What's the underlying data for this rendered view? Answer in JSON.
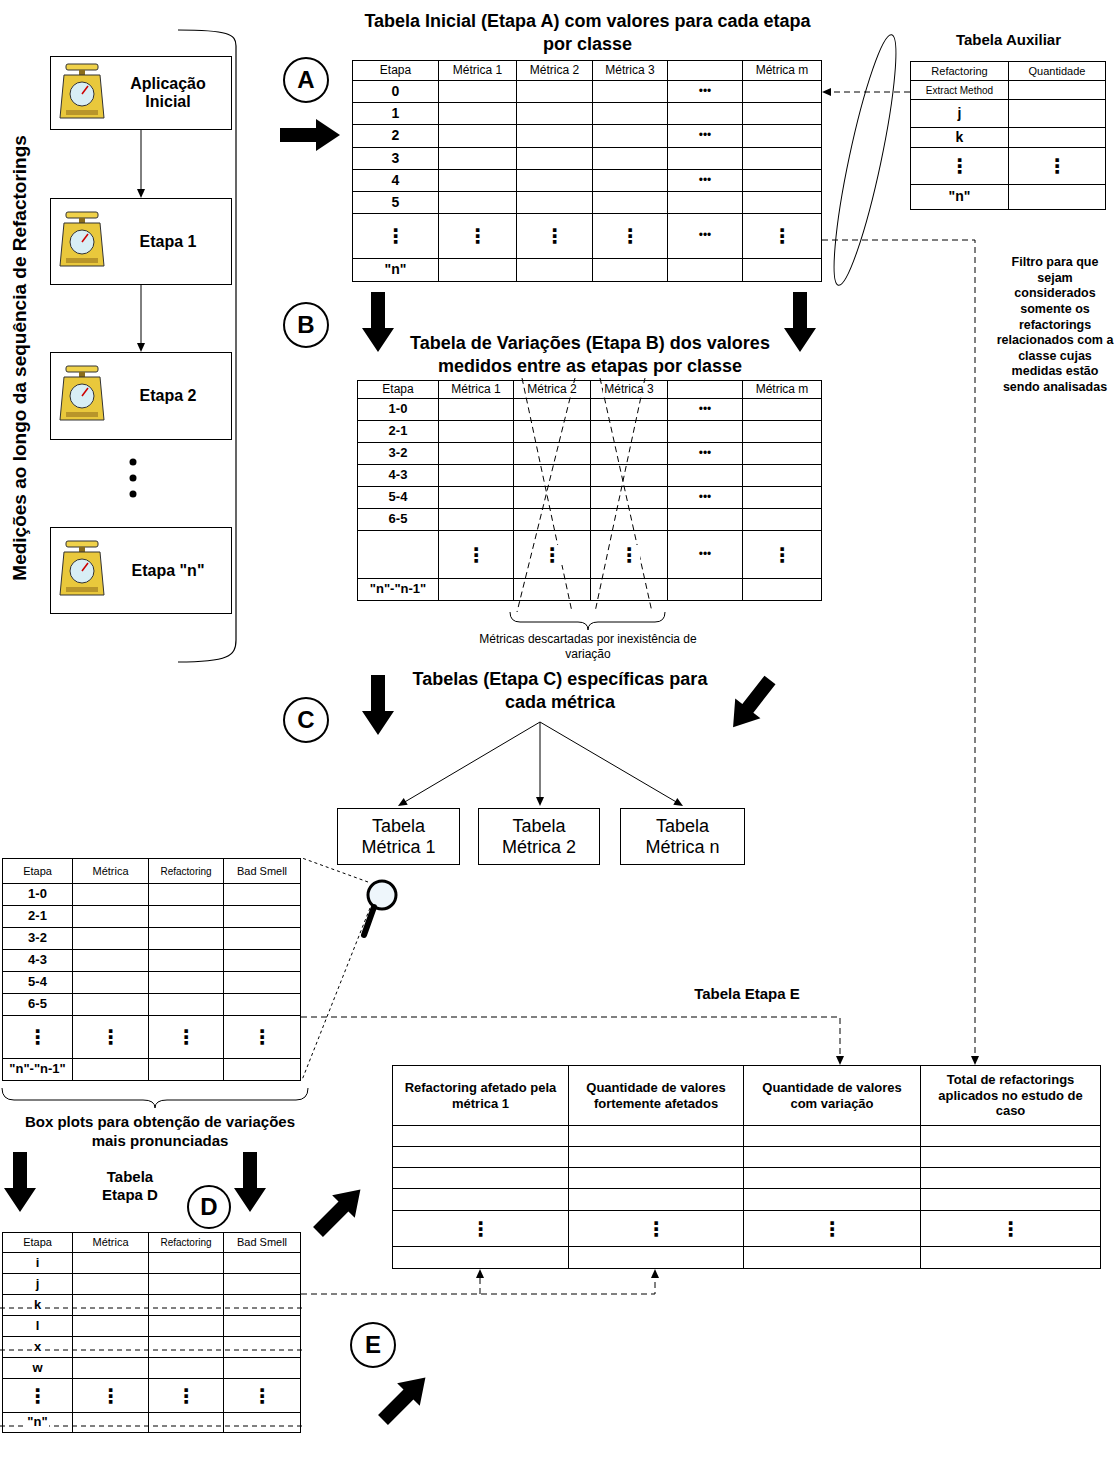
{
  "diagram": {
    "nodes": [
      {
        "text": [
          "Aplicação Inicial"
        ]
      },
      {
        "text": [
          "Etapa 1"
        ]
      },
      {
        "text": [
          "Etapa 2"
        ]
      },
      {
        "text": [
          "Etapa \"n\""
        ]
      },
      {
        "text": [
          "A"
        ]
      },
      {
        "text": [
          "Tabela Inicial (Etapa A) com valores para cada etapa por classe",
          "Etapa",
          "Métrica 1",
          "Métrica 2",
          "Métrica 3",
          "Métrica m",
          "0",
          "•••",
          "1",
          "2",
          "•••",
          "3",
          "4",
          "•••",
          "5",
          "⋮",
          "⋮",
          "⋮",
          "⋮",
          "•••",
          "⋮",
          "\"n\""
        ]
      },
      {
        "text": [
          "Tabela Auxiliar",
          "Refactoring",
          "Quantidade",
          "Extract Method",
          "j",
          "k",
          "⋮",
          "⋮",
          "\"n\""
        ]
      },
      {
        "text": [
          "B"
        ]
      },
      {
        "text": [
          "Tabela de Variações (Etapa B) dos valores medidos entre as etapas por classe",
          "Etapa",
          "Métrica 1",
          "Métrica 2",
          "Métrica 3",
          "Métrica m",
          "1-0",
          "•••",
          "2-1",
          "3-2",
          "•••",
          "4-3",
          "5-4",
          "•••",
          "6-5",
          "⋮",
          "⋮",
          "⋮",
          "•••",
          "⋮",
          "\"n\"-\"n-1\""
        ]
      },
      {
        "text": [
          "C"
        ]
      },
      {
        "text": [
          "Tabela Métrica 1"
        ]
      },
      {
        "text": [
          "Tabela Métrica 2"
        ]
      },
      {
        "text": [
          "Tabela Métrica n"
        ]
      },
      {
        "text": [
          "Etapa",
          "Métrica",
          "Refactoring",
          "Bad Smell",
          "1-0",
          "2-1",
          "3-2",
          "4-3",
          "5-4",
          "6-5",
          "⋮",
          "⋮",
          "⋮",
          "⋮",
          "\"n\"-\"n-1\""
        ]
      },
      {
        "text": [
          "D"
        ]
      },
      {
        "text": [
          "Tabela Etapa D",
          "Etapa",
          "Métrica",
          "Refactoring",
          "Bad Smell",
          "i",
          "j",
          "k",
          "l",
          "x",
          "w",
          "⋮",
          "⋮",
          "⋮",
          "⋮",
          "\"n\""
        ]
      },
      {
        "text": [
          "Tabela Etapa E",
          "Refactoring afetado pela métrica 1",
          "Quantidade de valores fortemente afetados",
          "Quantidade de valores com variação",
          "Total de refactorings aplicados no estudo de caso",
          "⋮",
          "⋮",
          "⋮",
          "⋮"
        ]
      },
      {
        "text": [
          "E"
        ]
      }
    ],
    "edges": [
      {
        "from": 0,
        "to": 1,
        "arrow": "to"
      },
      {
        "from": 1,
        "to": 2,
        "arrow": "to"
      },
      {
        "from": 6,
        "to": 5,
        "arrow": "to"
      },
      {
        "from": 5,
        "to": 16,
        "arrow": "to",
        "label": "Filtro para que sejam considerados somente os refactorings relacionados com a classe cujas medidas estão sendo analisadas"
      },
      {
        "from": 13,
        "to": 16,
        "arrow": "to"
      },
      {
        "from": 15,
        "to": 16,
        "arrow": "to"
      }
    ],
    "labels": [
      "Medições ao longo da sequência de Refactorings",
      "Tabelas (Etapa C) específicas para cada métrica",
      "Métricas descartadas por inexistência de variação",
      "Box plots para obtenção de variações mais pronunciadas"
    ]
  }
}
